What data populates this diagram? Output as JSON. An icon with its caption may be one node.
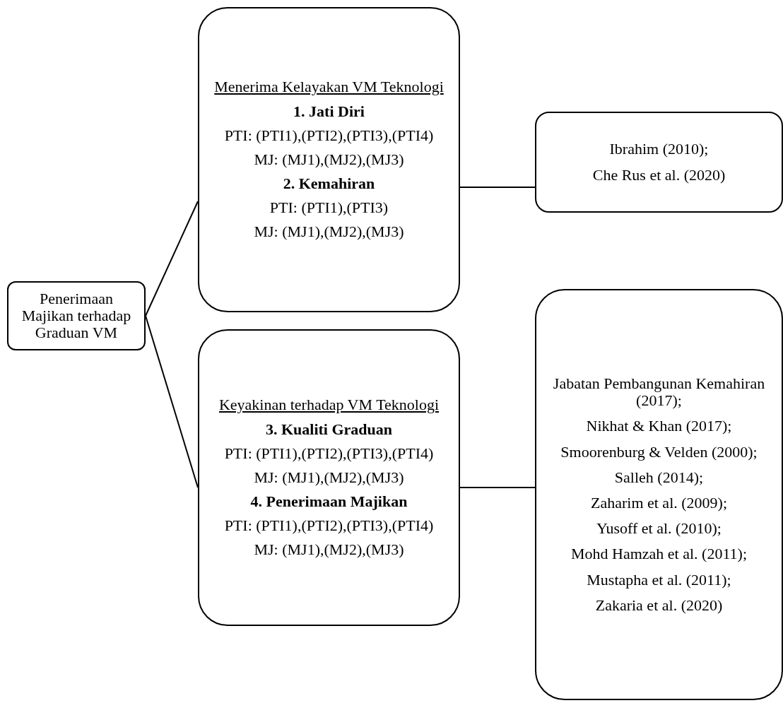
{
  "diagram": {
    "nodes": [
      {
        "text": [
          "Penerimaan Majikan terhadap Graduan VM"
        ]
      },
      {
        "text": [
          "Menerima Kelayakan VM Teknologi",
          "1. Jati Diri",
          "PTI: (PTI1),(PTI2),(PTI3),(PTI4)",
          "MJ: (MJ1),(MJ2),(MJ3)",
          "2. Kemahiran",
          "PTI: (PTI1),(PTI3)",
          "MJ: (MJ1),(MJ2),(MJ3)"
        ]
      },
      {
        "text": [
          "Keyakinan terhadap VM Teknologi",
          "3. Kualiti Graduan",
          "PTI: (PTI1),(PTI2),(PTI3),(PTI4)",
          "MJ: (MJ1),(MJ2),(MJ3)",
          "4. Penerimaan Majikan",
          "PTI: (PTI1),(PTI2),(PTI3),(PTI4)",
          "MJ: (MJ1),(MJ2),(MJ3)"
        ]
      },
      {
        "text": [
          "Ibrahim (2010);",
          "Che Rus et al. (2020)"
        ]
      },
      {
        "text": [
          "Jabatan Pembangunan Kemahiran (2017);",
          "Nikhat & Khan (2017);",
          "Smoorenburg & Velden (2000);",
          "Salleh (2014);",
          "Zaharim et al. (2009);",
          "Yusoff et al. (2010);",
          "Mohd Hamzah et al. (2011);",
          "Mustapha et al. (2011);",
          "Zakaria et al. (2020)"
        ]
      }
    ],
    "edges": [
      {
        "from": 0,
        "to": 1,
        "arrow": "none"
      },
      {
        "from": 0,
        "to": 2,
        "arrow": "none"
      },
      {
        "from": 1,
        "to": 3,
        "arrow": "none"
      },
      {
        "from": 2,
        "to": 4,
        "arrow": "none"
      }
    ]
  }
}
